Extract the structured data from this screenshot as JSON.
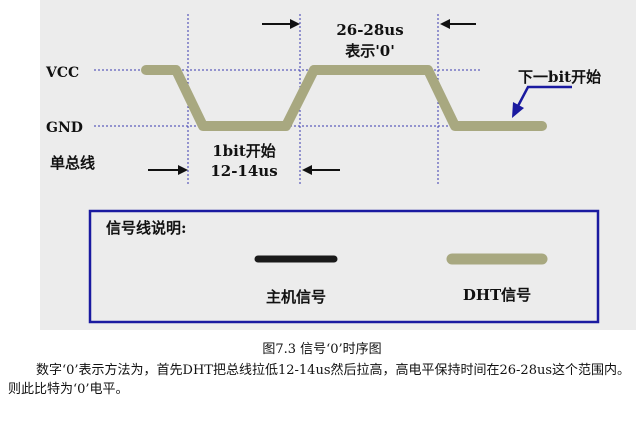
{
  "diagram": {
    "labels": {
      "vcc": "VCC",
      "gnd": "GND",
      "bus": "单总线",
      "start_1": "1bit开始",
      "start_2": "12-14us",
      "high_1": "26-28us",
      "high_2": "表示'0'",
      "next": "下一bit开始"
    },
    "legend": {
      "title": "信号线说明:",
      "host": "主机信号",
      "dht": "DHT信号"
    },
    "colors": {
      "panel": "#ececec",
      "dht_signal": "#a8a880",
      "host_signal": "#1a1a1a",
      "legend_border": "#1a1aa0",
      "arrow_blue": "#1a1aa0"
    }
  },
  "caption": "图7.3 信号‘0’时序图",
  "paragraph": "数字‘0’表示方法为，首先DHT把总线拉低12-14us然后拉高，高电平保持时间在26-28us这个范围内。则此比特为‘0’电平。"
}
